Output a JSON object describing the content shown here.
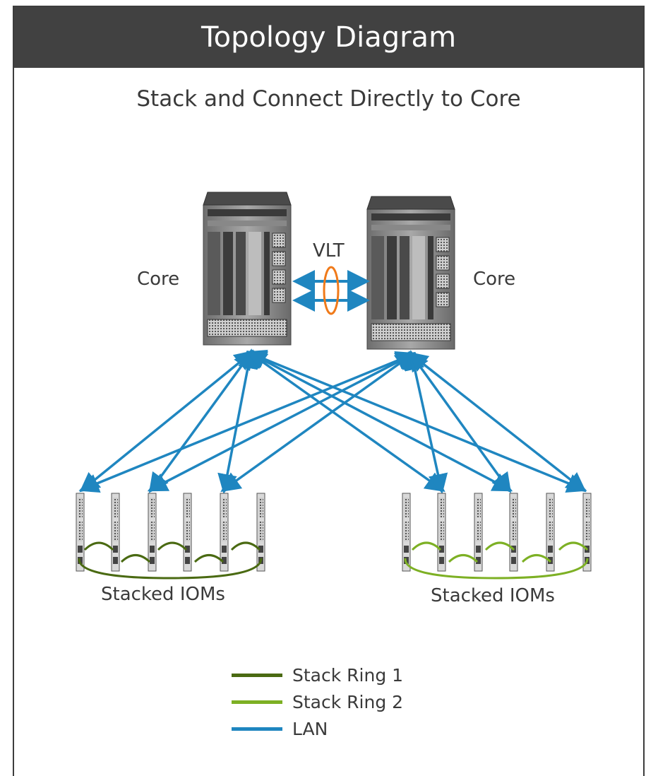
{
  "header": {
    "title": "Topology Diagram"
  },
  "subtitle": "Stack and Connect Directly to Core",
  "labels": {
    "vlt": "VLT",
    "core_left": "Core",
    "core_right": "Core",
    "stacked_left": "Stacked IOMs",
    "stacked_right": "Stacked IOMs"
  },
  "legend": [
    {
      "label": "Stack Ring 1",
      "color": "#4a6a12"
    },
    {
      "label": "Stack Ring 2",
      "color": "#7db024"
    },
    {
      "label": "LAN",
      "color": "#1f86c0"
    }
  ],
  "colors": {
    "lan": "#1f86c0",
    "vlt_ring": "#f07a1a",
    "stack_ring_1": "#4a6a12",
    "stack_ring_2": "#7db024",
    "header_bg": "#414141"
  }
}
